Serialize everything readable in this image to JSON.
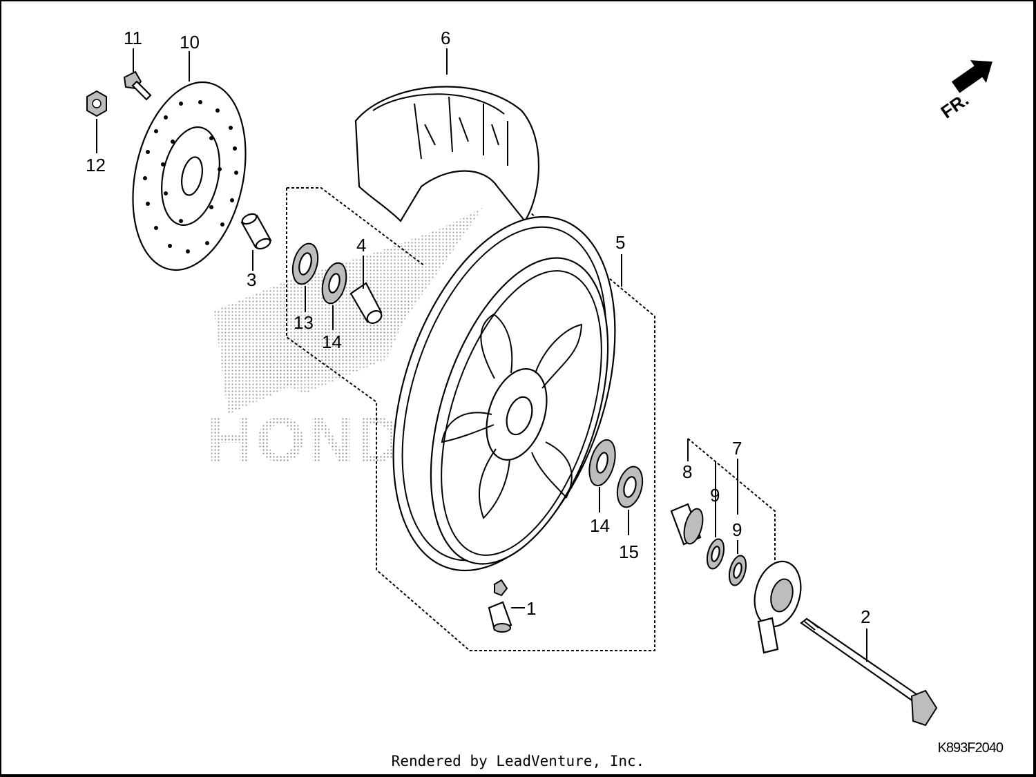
{
  "diagram": {
    "direction_label": "FR.",
    "watermark": "HONDA",
    "drawing_code": "K893F2040",
    "footer": "Rendered by LeadVenture, Inc.",
    "callouts": {
      "c1": "1",
      "c2": "2",
      "c3": "3",
      "c4": "4",
      "c5": "5",
      "c6": "6",
      "c7": "7",
      "c8": "8",
      "c9a": "9",
      "c9b": "9",
      "c10": "10",
      "c11": "11",
      "c12": "12",
      "c13": "13",
      "c14a": "14",
      "c14b": "14",
      "c15": "15"
    }
  }
}
